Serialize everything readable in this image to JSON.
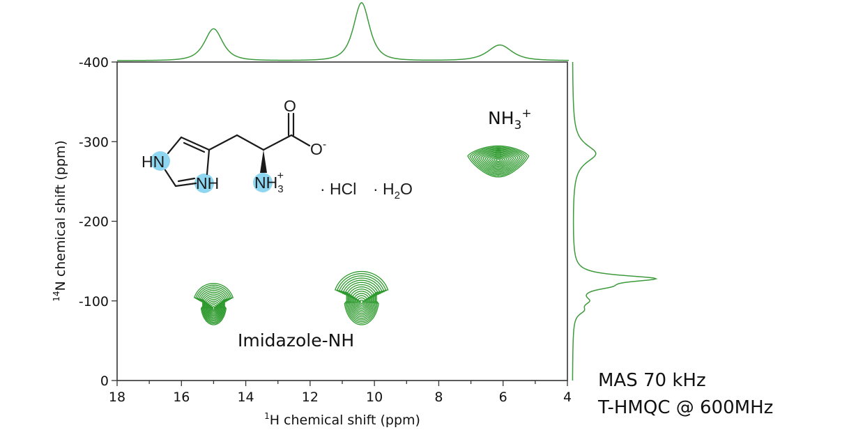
{
  "colors": {
    "spectrum": "#3c9a3c",
    "contour": "#2e9a2e",
    "frame": "#333333",
    "highlight": "#8fd6f0",
    "text": "#111111"
  },
  "chart_data": {
    "type": "contour",
    "title": "",
    "xlabel_sup": "1",
    "xlabel": "H chemical shift (ppm)",
    "ylabel_sup": "14",
    "ylabel": "N chemical shift (ppm)",
    "xlim": [
      18,
      4
    ],
    "ylim": [
      -400,
      0
    ],
    "x_ticks": [
      18,
      16,
      14,
      12,
      10,
      8,
      6,
      4
    ],
    "x_minor_step": 1,
    "y_ticks": [
      -400,
      -300,
      -200,
      -100,
      0
    ],
    "grid": false,
    "peaks": [
      {
        "name": "imidazole-peak-1",
        "x_ppm": 15.0,
        "y_ppm": -100,
        "x_halfwidth": 0.55,
        "y_top": -122,
        "y_bottom": -70
      },
      {
        "name": "imidazole-peak-2",
        "x_ppm": 10.4,
        "y_ppm": -105,
        "x_halfwidth": 0.75,
        "y_top": -137,
        "y_bottom": -70
      },
      {
        "name": "nh3-peak",
        "x_ppm": 6.15,
        "y_ppm": -282,
        "x_halfwidth": 0.95,
        "y_top": -298,
        "y_bottom": -252
      }
    ],
    "projection_1H": {
      "peaks": [
        {
          "ppm": 15.0,
          "relative_height": 0.55,
          "width": 0.45
        },
        {
          "ppm": 10.4,
          "relative_height": 1.0,
          "width": 0.4
        },
        {
          "ppm": 6.1,
          "relative_height": 0.27,
          "width": 0.6
        }
      ]
    },
    "projection_14N": {
      "peaks": [
        {
          "ppm": -285,
          "relative_height": 0.3,
          "width": 14
        },
        {
          "ppm": -128,
          "relative_height": 1.0,
          "width": 5
        },
        {
          "ppm": -118,
          "relative_height": 0.3,
          "width": 5
        },
        {
          "ppm": -100,
          "relative_height": 0.15,
          "width": 6
        },
        {
          "ppm": -88,
          "relative_height": 0.1,
          "width": 6
        }
      ]
    },
    "annotations": [
      {
        "label": "NH3+",
        "target": "nh3-peak"
      },
      {
        "label": "Imidazole-NH",
        "target": "imidazole peaks"
      }
    ]
  },
  "labels": {
    "nh3_main": "NH",
    "nh3_sub": "3",
    "nh3_sup": "+",
    "imidazole": "Imidazole-NH"
  },
  "molecule": {
    "hn": "HN",
    "nh_ring_n": "N",
    "nh_ring_h": "H",
    "o_double": "O",
    "o_minus": "O",
    "minus": "-",
    "amine_n": "N",
    "amine_h": "H",
    "amine_sub": "3",
    "amine_plus": "+",
    "hcl": "· HCl",
    "water_h": "· H",
    "water_sub": "2",
    "water_o": "O"
  },
  "conditions": {
    "line1": "MAS 70 kHz",
    "line2": "T-HMQC @ 600MHz"
  }
}
